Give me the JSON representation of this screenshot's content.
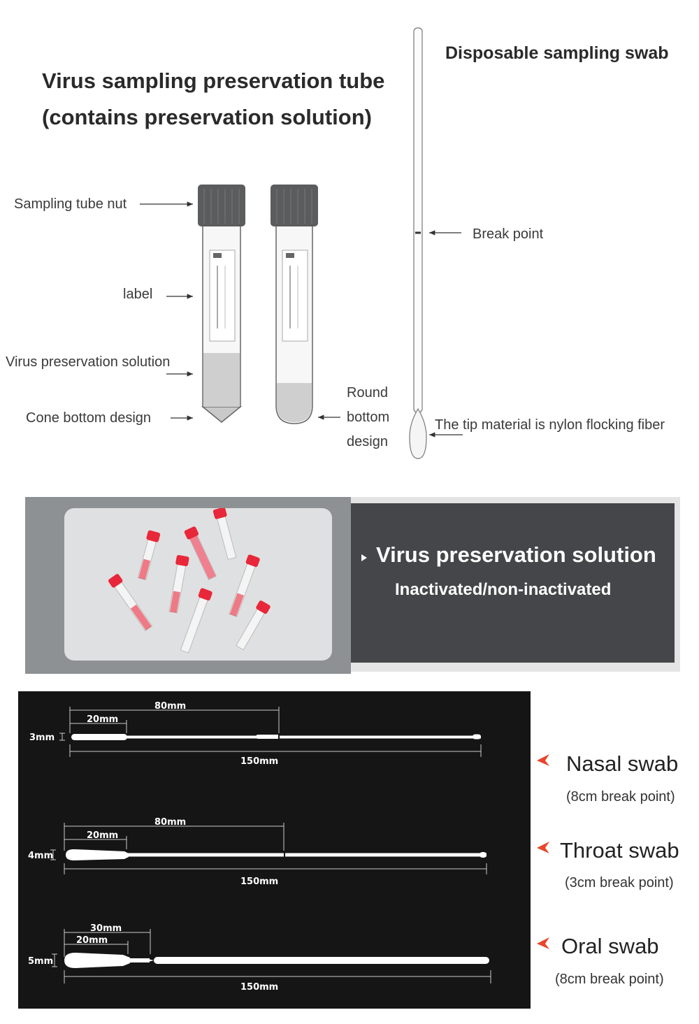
{
  "tube_section": {
    "title_line1": "Virus sampling preservation tube",
    "title_line2": "(contains preservation solution)",
    "labels": {
      "nut": "Sampling tube nut",
      "label": "label",
      "solution": "Virus preservation solution",
      "cone": "Cone bottom design",
      "round_1": "Round",
      "round_2": "bottom",
      "round_3": "design"
    }
  },
  "swab_section": {
    "title": "Disposable sampling swab",
    "break_point": "Break point",
    "tip": "The tip material is nylon flocking fiber"
  },
  "banner": {
    "heading": "Virus preservation solution",
    "subheading": "Inactivated/non-inactivated",
    "bullet_icon": "triangle-right-icon"
  },
  "swab_specs": [
    {
      "name": "Nasal swab",
      "note": "(8cm break point)",
      "diameter": "3mm",
      "head_length": "20mm",
      "break_length": "80mm",
      "total_length": "150mm"
    },
    {
      "name": "Throat swab",
      "note": "(3cm break point)",
      "diameter": "4mm",
      "head_length": "20mm",
      "break_length": "80mm",
      "total_length": "150mm"
    },
    {
      "name": "Oral swab",
      "note": "(8cm break point)",
      "diameter": "5mm",
      "head_length": "20mm",
      "break_length": "30mm",
      "total_length": "150mm"
    }
  ],
  "colors": {
    "accent_arrow": "#e8462a",
    "tube_cap": "#5b5c5e",
    "tube_red": "#e8283a",
    "dark_panel": "#454649",
    "black_panel": "#151515"
  }
}
